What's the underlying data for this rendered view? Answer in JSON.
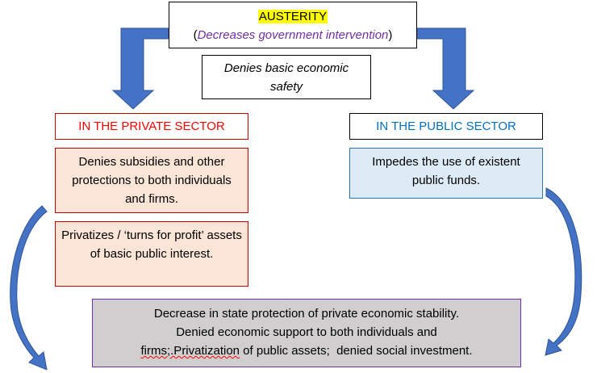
{
  "austerity": {
    "title": "AUSTERITY",
    "open_paren": "(",
    "subtitle": "Decreases government intervention",
    "close_paren": ")"
  },
  "denies_box": {
    "text": "Denies basic economic safety"
  },
  "private_sector": {
    "header": "IN THE PRIVATE SECTOR",
    "items": [
      "Denies subsidies and other protections to both individuals and firms.",
      "Privatizes / ‘turns for profit’ assets of basic public interest."
    ]
  },
  "public_sector": {
    "header": "IN THE PUBLIC SECTOR",
    "items": [
      "Impedes the use of existent public funds."
    ]
  },
  "outcome": {
    "line1": "Decrease in state protection of private economic stability.",
    "line2": "Denied economic support to both individuals and",
    "line3_flagged": "firms;.Privatization",
    "line3_rest": " of public assets;  denied social investment."
  },
  "colors": {
    "highlight": "#ffff00",
    "purple_text": "#7030a0",
    "private_red": "#ff0000",
    "private_border": "#c00000",
    "private_fill": "#fbe5d6",
    "public_blue": "#0070c0",
    "public_fill": "#ddebf7",
    "outcome_fill": "#d0cece",
    "arrow_blue": "#4472c4"
  },
  "icons": [
    "elbow-arrow-left",
    "elbow-arrow-right",
    "curved-arrow-left",
    "curved-arrow-right"
  ]
}
